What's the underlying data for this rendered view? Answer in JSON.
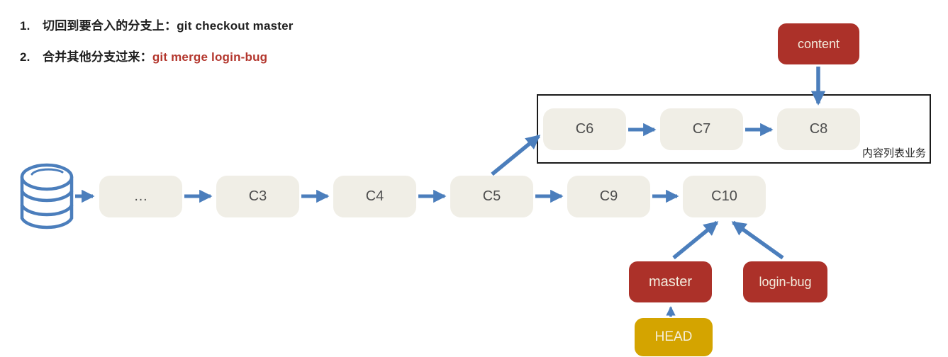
{
  "instructions": [
    {
      "number": "1.",
      "label": "切回到要合入的分支上：",
      "command": "git checkout master"
    },
    {
      "number": "2.",
      "label": "合并其他分支过来：",
      "command": "git merge login-bug"
    }
  ],
  "graph": {
    "main_nodes": [
      "…",
      "C3",
      "C4",
      "C5",
      "C9",
      "C10"
    ],
    "branch_nodes": [
      "C6",
      "C7",
      "C8"
    ],
    "branch_box_label": "内容列表业务",
    "tags": {
      "content": "content",
      "master": "master",
      "login_bug": "login-bug",
      "head": "HEAD"
    }
  },
  "colors": {
    "arrow_blue": "#4b7ebc",
    "tag_red": "#ac3129",
    "head_yellow": "#d4a400",
    "node_fill": "#f0eee6",
    "node_text": "#4d4d4d",
    "command_accent_red": "#b3362d",
    "box_border": "#1a1a1a"
  }
}
